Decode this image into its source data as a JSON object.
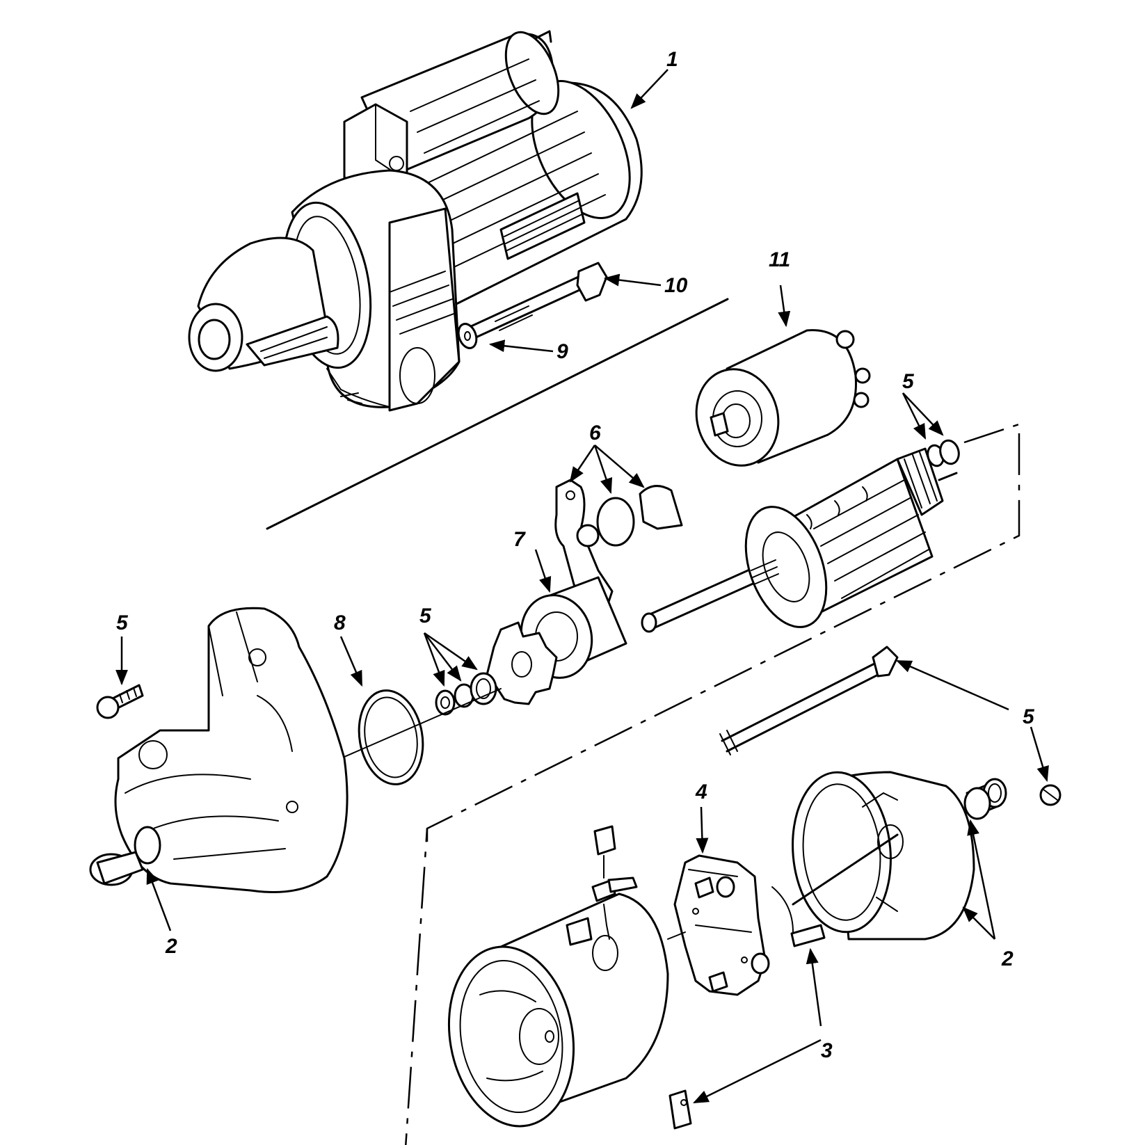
{
  "diagram": {
    "type": "exploded-parts-view",
    "callouts": {
      "c1": "1",
      "c10": "10",
      "c9": "9",
      "c11": "11",
      "c5_right_top": "5",
      "c6": "6",
      "c7": "7",
      "c5_left": "5",
      "c8": "8",
      "c5_mid": "5",
      "c5_right_mid": "5",
      "c4": "4",
      "c2_left": "2",
      "c2_right": "2",
      "c3": "3"
    }
  }
}
